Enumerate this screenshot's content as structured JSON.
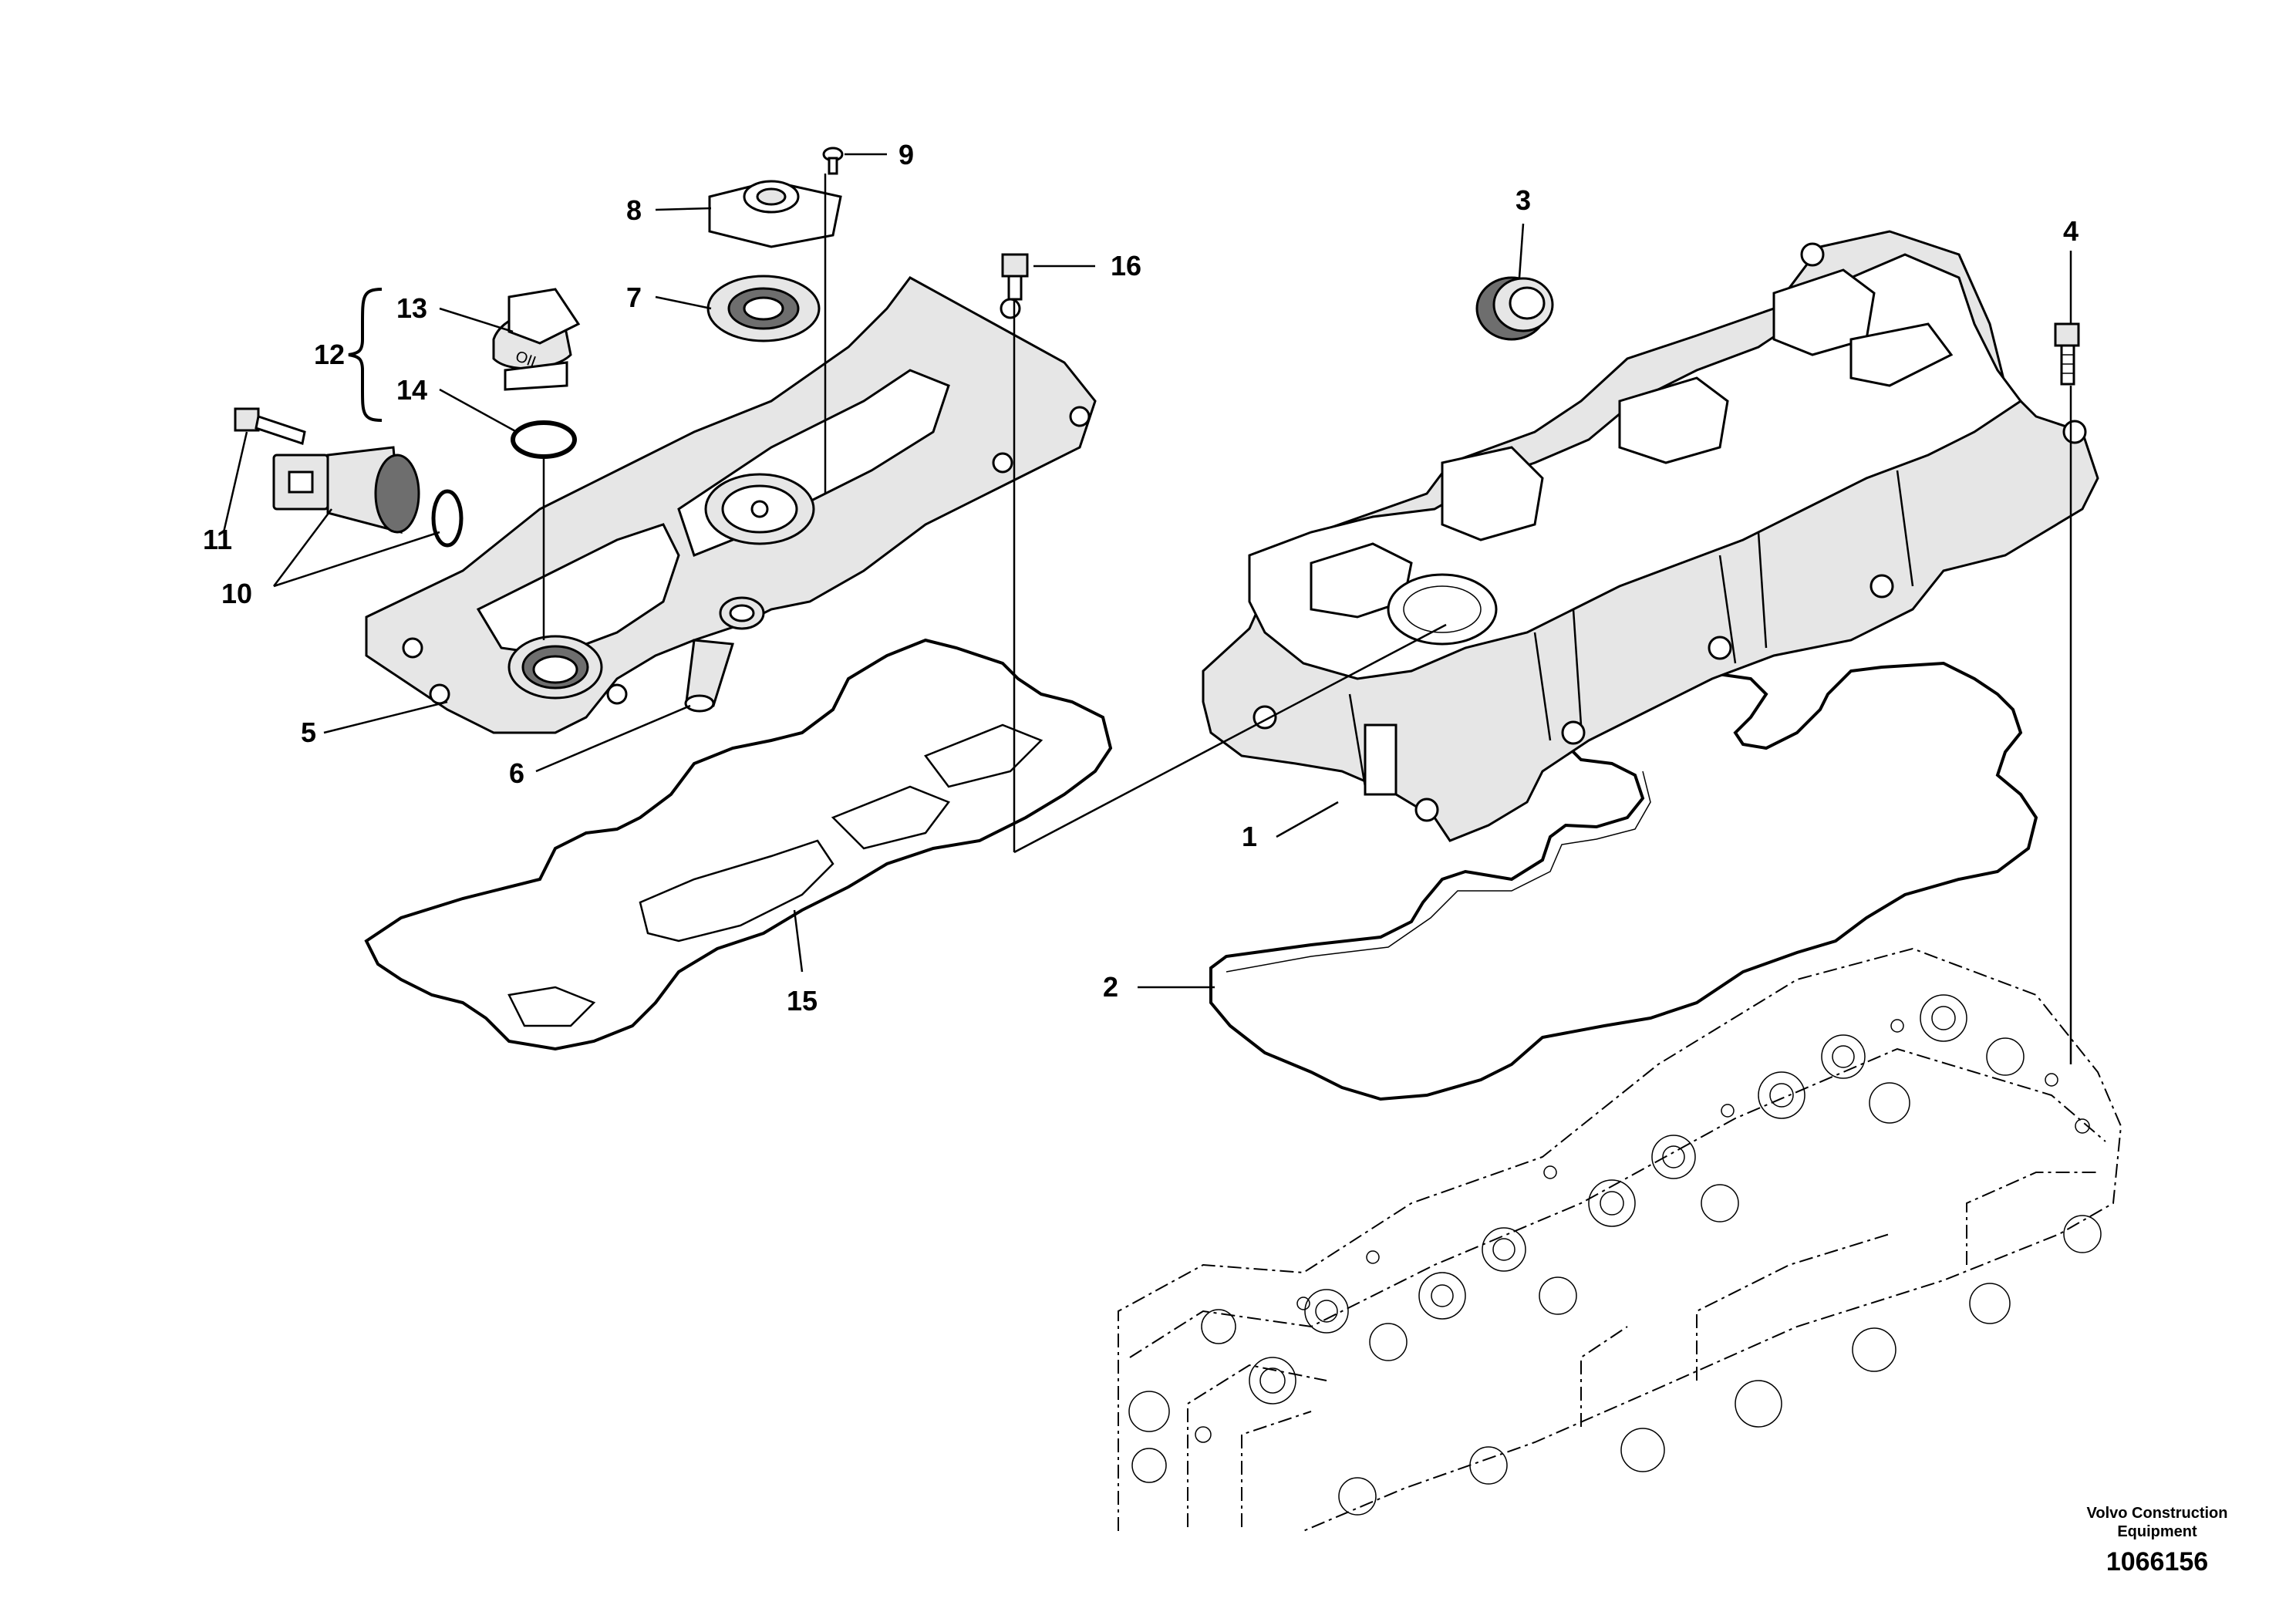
{
  "callouts": [
    {
      "id": "1",
      "text": "1"
    },
    {
      "id": "2",
      "text": "2"
    },
    {
      "id": "3",
      "text": "3"
    },
    {
      "id": "4",
      "text": "4"
    },
    {
      "id": "5",
      "text": "5"
    },
    {
      "id": "6",
      "text": "6"
    },
    {
      "id": "7",
      "text": "7"
    },
    {
      "id": "8",
      "text": "8"
    },
    {
      "id": "9",
      "text": "9"
    },
    {
      "id": "10",
      "text": "10"
    },
    {
      "id": "11",
      "text": "11"
    },
    {
      "id": "12",
      "text": "12"
    },
    {
      "id": "13",
      "text": "13"
    },
    {
      "id": "14",
      "text": "14"
    },
    {
      "id": "15",
      "text": "15"
    },
    {
      "id": "16",
      "text": "16"
    }
  ],
  "cap_marking": "OIL",
  "footer": {
    "company": "Volvo Construction Equipment",
    "drawing_number": "1066156"
  }
}
